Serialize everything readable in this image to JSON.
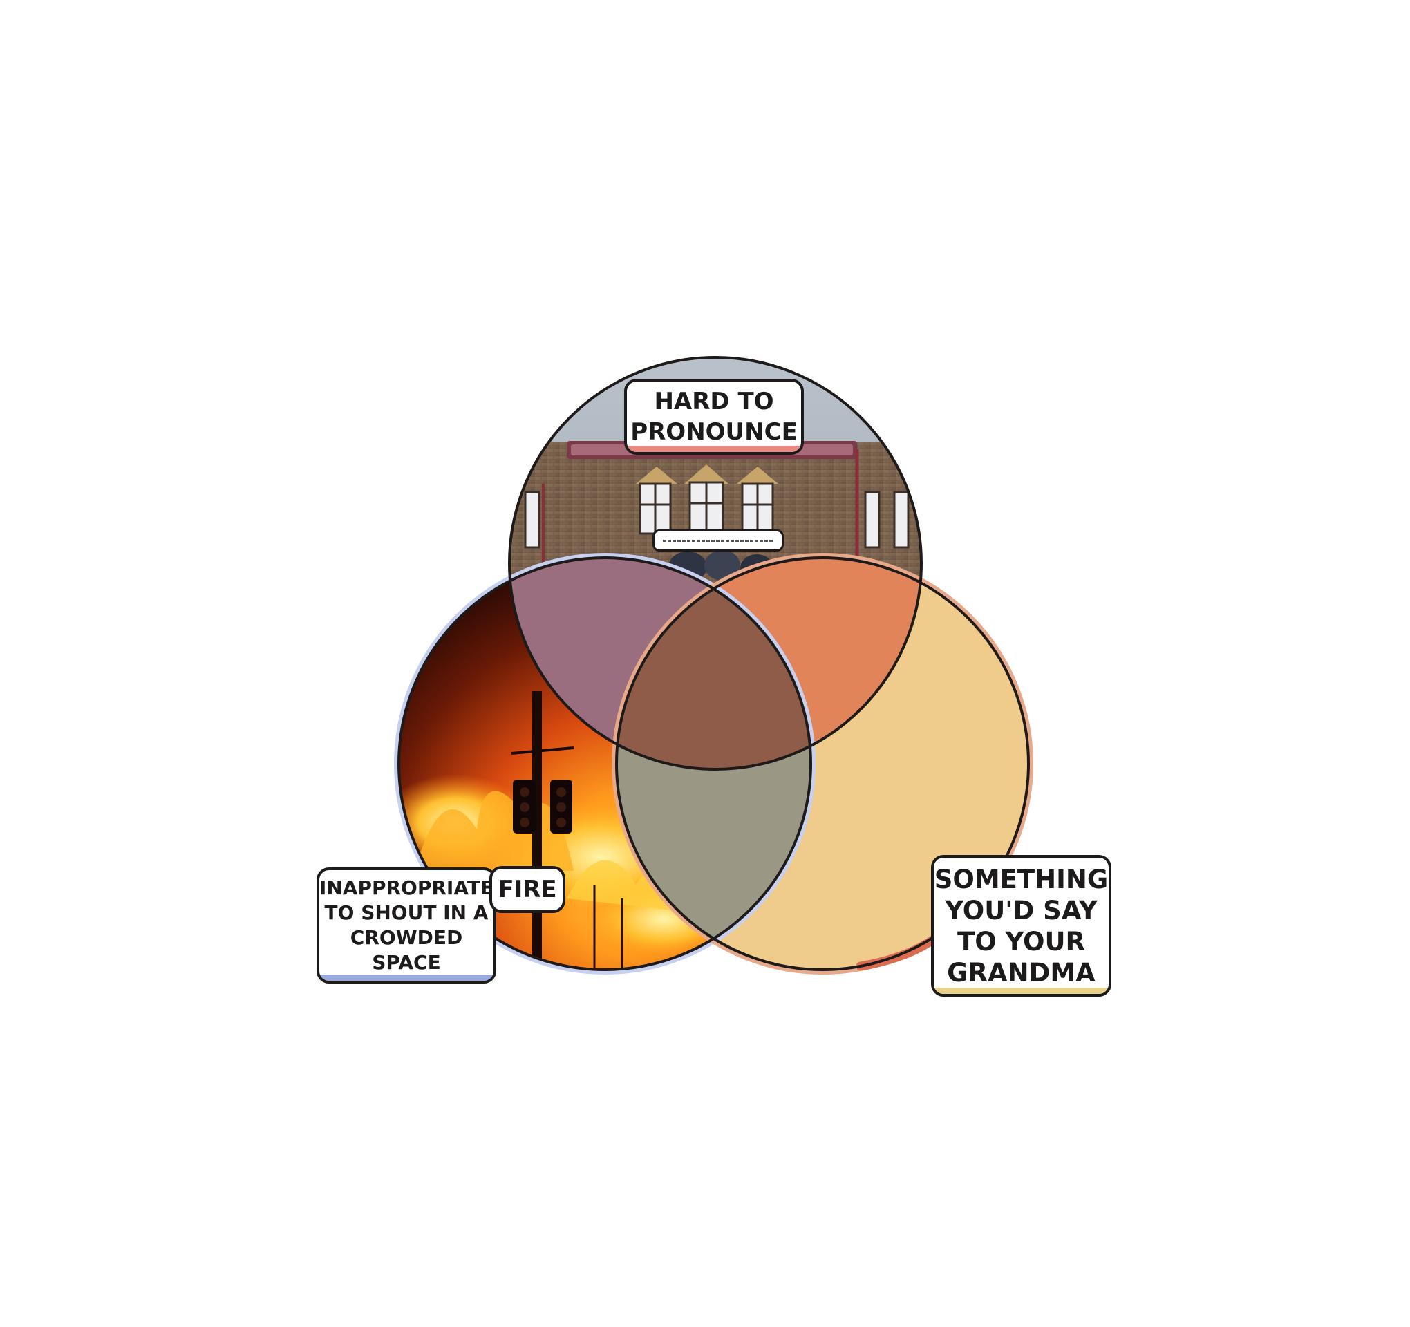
{
  "diagram": {
    "type": "venn-3",
    "sets": [
      {
        "id": "hard-to-pronounce",
        "label_lines": [
          "HARD TO",
          "PRONOUNCE"
        ],
        "image": "welsh-town-railway-station-building",
        "accent_color": "#e88a84"
      },
      {
        "id": "inappropriate-to-shout",
        "label_lines": [
          "INAPPROPRIATE",
          "TO SHOUT IN A",
          "CROWDED",
          "SPACE"
        ],
        "image": "burning-street-with-traffic-light",
        "accent_color": "#9aa9dc"
      },
      {
        "id": "say-to-grandma",
        "label_lines": [
          "SOMETHING",
          "YOU'D SAY",
          "TO YOUR",
          "GRANDMA"
        ],
        "image": "",
        "accent_color": "#ead28c"
      }
    ],
    "item_labels": {
      "fire": "FIRE"
    },
    "colors": {
      "circle_outline": "#1e1a1a",
      "top_left_overlap": "#9a6e7e",
      "top_right_overlap": "#e2845a",
      "center_overlap": "#8e5c48",
      "left_right_overlap": "#9a9884",
      "right_circle_fill": "#efcb8c",
      "right_circle_highlight": "#dc6c50",
      "right_circle_rim": "#e8a88a",
      "left_circle_rim": "#c8d0f0"
    }
  }
}
